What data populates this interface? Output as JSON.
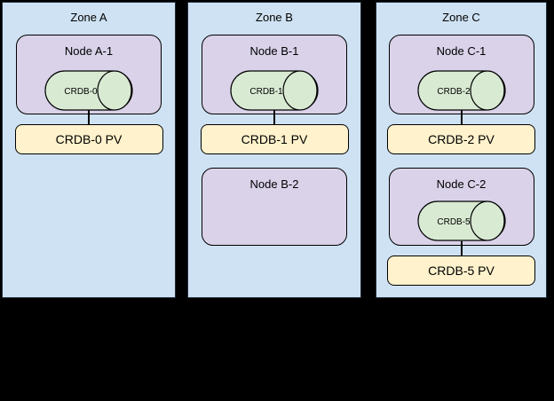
{
  "diagram": {
    "description": "Three availability zones with Kubernetes nodes, CRDB pods and persistent volumes",
    "colors": {
      "background": "#000000",
      "zone_fill": "#cfe2f3",
      "node_fill": "#d9d2e9",
      "pod_fill": "#d9ead3",
      "pv_fill": "#fff2cc",
      "border": "#000000"
    }
  },
  "zones": [
    {
      "title": "Zone A",
      "nodes": [
        {
          "title": "Node A-1",
          "pod": "CRDB-0",
          "pv": "CRDB-0 PV"
        }
      ]
    },
    {
      "title": "Zone B",
      "nodes": [
        {
          "title": "Node B-1",
          "pod": "CRDB-1",
          "pv": "CRDB-1 PV"
        },
        {
          "title": "Node B-2"
        }
      ]
    },
    {
      "title": "Zone C",
      "nodes": [
        {
          "title": "Node C-1",
          "pod": "CRDB-2",
          "pv": "CRDB-2 PV"
        },
        {
          "title": "Node C-2",
          "pod": "CRDB-5",
          "pv": "CRDB-5 PV"
        }
      ]
    }
  ]
}
